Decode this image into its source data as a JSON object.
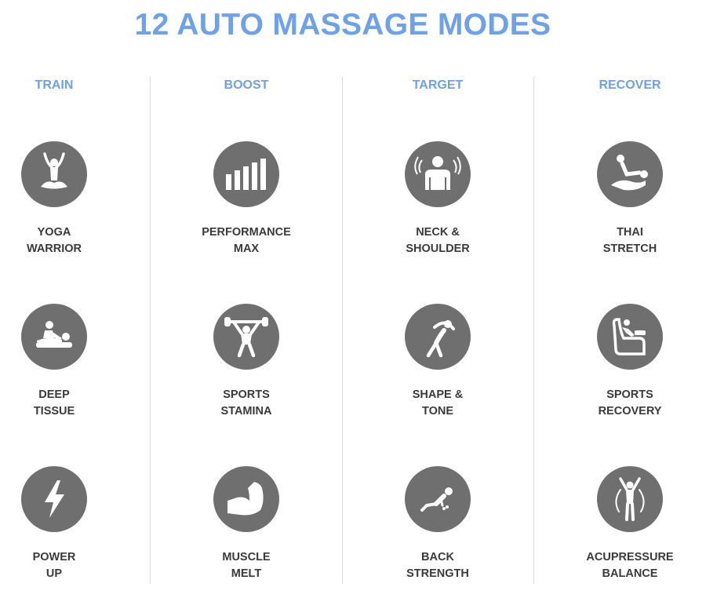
{
  "title": "12 AUTO MASSAGE MODES",
  "columns": [
    {
      "header": "TRAIN",
      "items": [
        {
          "line1": "YOGA",
          "line2": "WARRIOR",
          "icon": "yoga-icon"
        },
        {
          "line1": "DEEP",
          "line2": "TISSUE",
          "icon": "massage-table-icon"
        },
        {
          "line1": "POWER",
          "line2": "UP",
          "icon": "lightning-bolt-icon"
        }
      ]
    },
    {
      "header": "BOOST",
      "items": [
        {
          "line1": "PERFORMANCE",
          "line2": "MAX",
          "icon": "bar-levels-icon"
        },
        {
          "line1": "SPORTS",
          "line2": "STAMINA",
          "icon": "weightlifter-icon"
        },
        {
          "line1": "MUSCLE",
          "line2": "MELT",
          "icon": "flexed-arm-icon"
        }
      ]
    },
    {
      "header": "TARGET",
      "items": [
        {
          "line1": "NECK &",
          "line2": "SHOULDER",
          "icon": "neck-shoulder-icon"
        },
        {
          "line1": "SHAPE &",
          "line2": "TONE",
          "icon": "side-stretch-icon"
        },
        {
          "line1": "BACK",
          "line2": "STRENGTH",
          "icon": "reclined-back-icon"
        }
      ]
    },
    {
      "header": "RECOVER",
      "items": [
        {
          "line1": "THAI",
          "line2": "STRETCH",
          "icon": "thai-stretch-icon"
        },
        {
          "line1": "SPORTS",
          "line2": "RECOVERY",
          "icon": "massage-chair-icon"
        },
        {
          "line1": "ACUPRESSURE",
          "line2": "BALANCE",
          "icon": "balance-figure-icon"
        }
      ]
    }
  ],
  "colors": {
    "accent": "#6da1ea",
    "icon_bg": "#6f6f6f",
    "text": "#3a3a3a"
  }
}
